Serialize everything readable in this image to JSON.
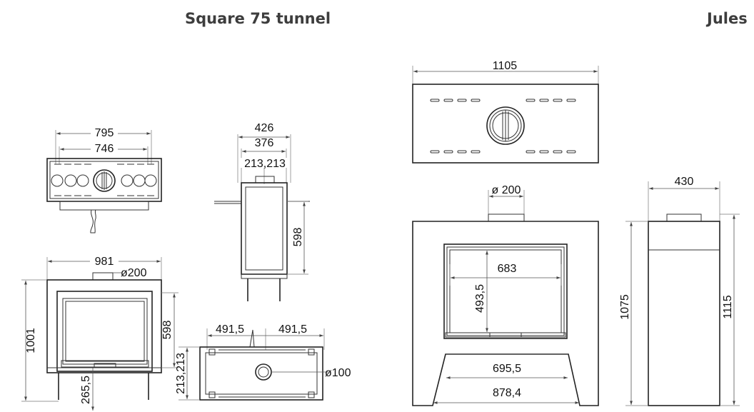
{
  "header": {
    "left_title": "Square 75 tunnel",
    "right_title": "Jules"
  },
  "square75": {
    "top_view": {
      "outer_width": "795",
      "inner_width": "746"
    },
    "side_view": {
      "total_depth": "426",
      "inner_depth": "376",
      "half_depths": "213,213",
      "height": "598"
    },
    "front_view": {
      "width": "981",
      "flue_diameter": "ø200",
      "height_total": "1001",
      "height_body": "598",
      "leg_height": "265,5"
    },
    "bottom_view": {
      "left_half": "491,5",
      "right_half": "491,5",
      "depths": "213,213",
      "outlet_diameter": "ø100"
    }
  },
  "jules": {
    "top_view": {
      "width": "1105"
    },
    "front_view": {
      "flue_diameter": "ø 200",
      "glass_width": "683",
      "glass_height": "493,5",
      "opening_top_width": "695,5",
      "opening_bottom_width": "878,4",
      "height": "1075"
    },
    "side_view": {
      "depth": "430",
      "height": "1115"
    }
  }
}
